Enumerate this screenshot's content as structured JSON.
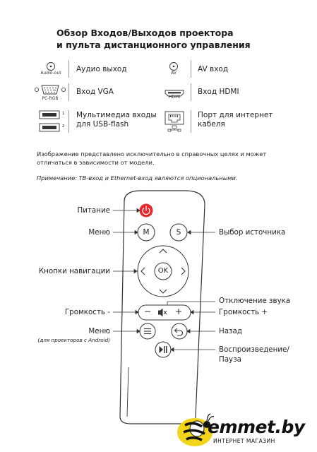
{
  "title": {
    "line1": "Обзор Входов/Выходов проектора",
    "line2": "и пульта дистанционного управления"
  },
  "ports": {
    "audio_out": {
      "caption": "Audio-out",
      "label": "Аудио выход"
    },
    "av": {
      "caption": "AV",
      "label": "AV вход"
    },
    "vga": {
      "caption": "PC-RGB",
      "label": "Вход VGA"
    },
    "hdmi": {
      "caption": "HDMI",
      "label": "Вход HDMI"
    },
    "usb": {
      "num1": "1",
      "num2": "2",
      "label_line1": "Мультимедиа входы",
      "label_line2": "для USB-flash"
    },
    "ethernet": {
      "label_line1": "Порт для интернет",
      "label_line2": "кабеля"
    }
  },
  "notes": {
    "line1": "Изображение представлено исключительно в справочных целях и может",
    "line2": "отличаться в зависимости от модели.",
    "remark": "Примечание: ТВ-вход и Ethernet-вход являются опциональными."
  },
  "remote": {
    "menu_btn": "M",
    "source_btn": "S",
    "ok_btn": "OK",
    "vol_minus": "−",
    "vol_plus": "+"
  },
  "callouts": {
    "power": "Питание",
    "menu": "Меню",
    "source": "Выбор источника",
    "navigation": "Кнопки навигации",
    "mute": "Отключение звука",
    "volume_minus": "Громкость -",
    "volume_plus": "Громкость +",
    "android_menu": "Меню",
    "android_note": "(для проекторов с Android)",
    "back": "Назад",
    "play_line1": "Воспроизведение/",
    "play_line2": "Пауза"
  },
  "logo": {
    "brand": "emmet.by",
    "tagline": "ИНТЕРНЕТ МАГАЗИН"
  },
  "colors": {
    "power_red": "#e8262b",
    "logo_yellow": "#f2d51a",
    "remote_stroke": "#333333"
  }
}
